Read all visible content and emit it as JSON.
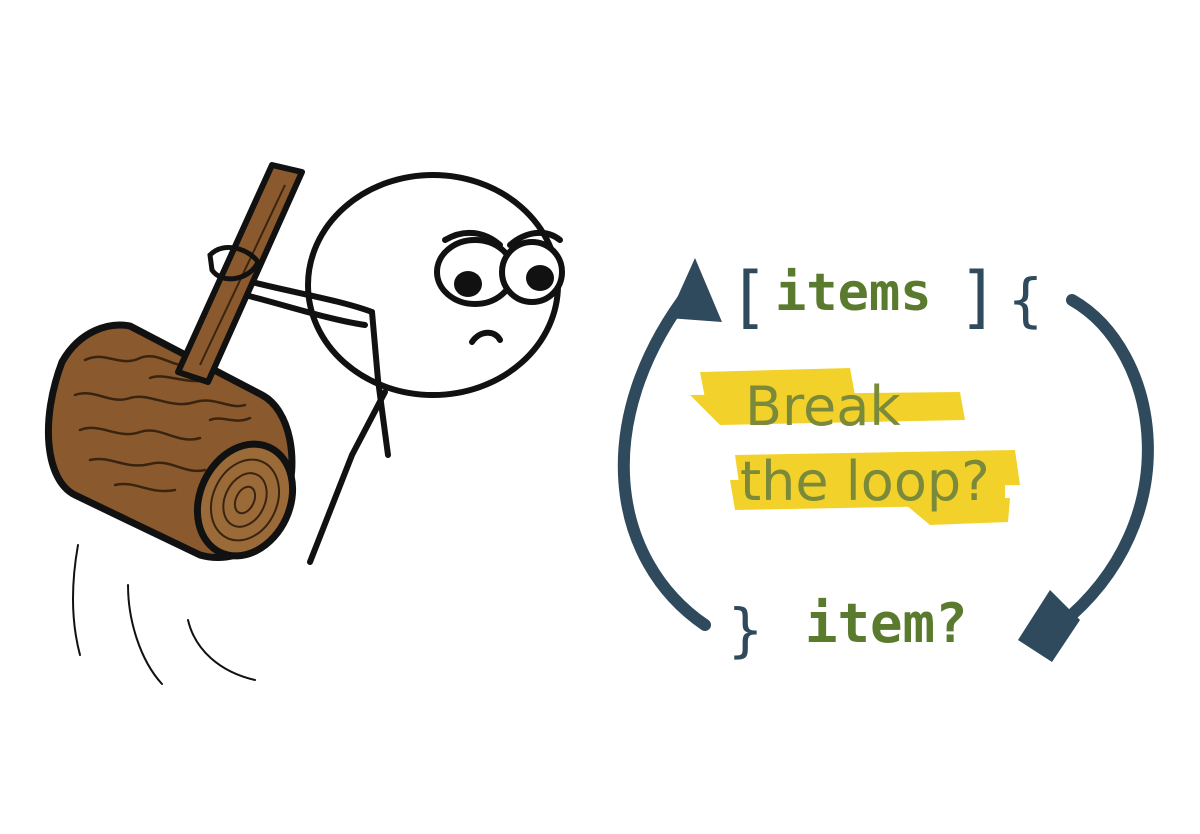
{
  "illustration": {
    "loop_open_bracket": "[",
    "loop_items_word": "items",
    "loop_close_bracket": "]",
    "loop_open_brace": "{",
    "question_line_1": "Break",
    "question_line_2": "the loop?",
    "loop_close_brace": "}",
    "loop_item_word": "item?"
  },
  "colors": {
    "arrow": "#2f4a5c",
    "code_text": "#5a7a2e",
    "highlight": "#f2d22a",
    "highlight_text": "#7a8a3a",
    "wood": "#8a5a2e",
    "outline": "#111111"
  }
}
